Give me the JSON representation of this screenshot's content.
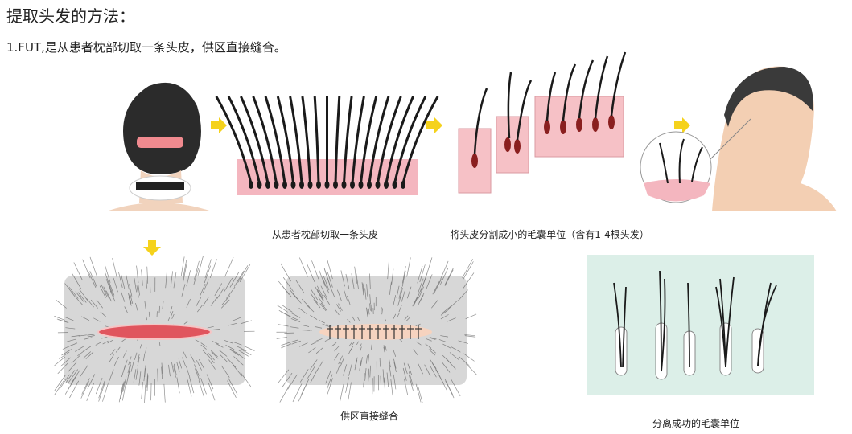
{
  "title": "提取头发的方法：",
  "subtitle": "1.FUT,是从患者枕部切取一条头皮，供区直接缝合。",
  "captions": {
    "strip": "从患者枕部切取一条头皮",
    "split": "将头皮分割成小的毛囊单位（含有1-4根头发）",
    "suture": "供区直接缝合",
    "units": "分离成功的毛囊单位"
  },
  "colors": {
    "arrow": "#f5d21c",
    "skin_pink": "#f4b6bf",
    "wound_red": "#e0555e",
    "hair": "#1a1a1a",
    "panel_green": "#dcefe8"
  },
  "icons": [
    "arrow-right-icon",
    "arrow-down-icon"
  ]
}
